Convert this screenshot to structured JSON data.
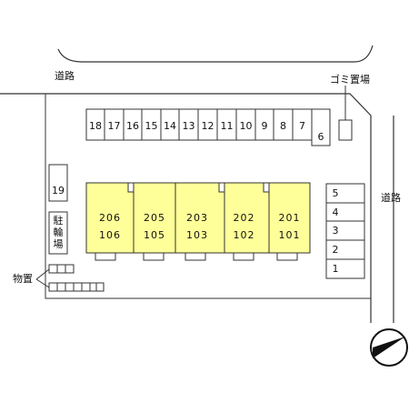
{
  "labels": {
    "road_top": "道路",
    "road_right": "道路",
    "garbage": "ゴミ置場",
    "bicycle": "駐輪場",
    "storage": "物置"
  },
  "parking_top": [
    "18",
    "17",
    "16",
    "15",
    "14",
    "13",
    "12",
    "11",
    "10",
    "9",
    "8",
    "7"
  ],
  "parking_six": "6",
  "parking_left": "19",
  "parking_right": [
    "5",
    "4",
    "3",
    "2",
    "1"
  ],
  "units": [
    {
      "upper": "206",
      "lower": "106"
    },
    {
      "upper": "205",
      "lower": "105"
    },
    {
      "upper": "203",
      "lower": "103"
    },
    {
      "upper": "202",
      "lower": "102"
    },
    {
      "upper": "201",
      "lower": "101"
    }
  ],
  "colors": {
    "building": "#ffff99",
    "line": "#333333",
    "compass": "#111111"
  },
  "icons": [
    "north-arrow-icon"
  ]
}
